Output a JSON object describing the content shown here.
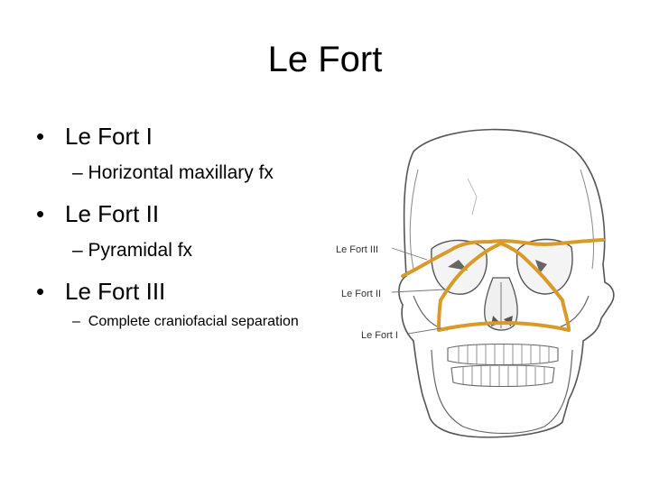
{
  "slide": {
    "title": "Le Fort",
    "bullets": [
      {
        "label": "Le Fort I",
        "sub": "Horizontal maxillary fx"
      },
      {
        "label": "Le Fort II",
        "sub": "Pyramidal fx"
      },
      {
        "label": "Le Fort III",
        "sub": "Complete craniofacial separation"
      }
    ],
    "bullet_glyph": "•",
    "dash_glyph": "–"
  },
  "figure": {
    "labels": [
      "Le Fort III",
      "Le Fort II",
      "Le Fort I"
    ],
    "fracture_color": "#d89b2a",
    "outline_color": "#555555"
  }
}
